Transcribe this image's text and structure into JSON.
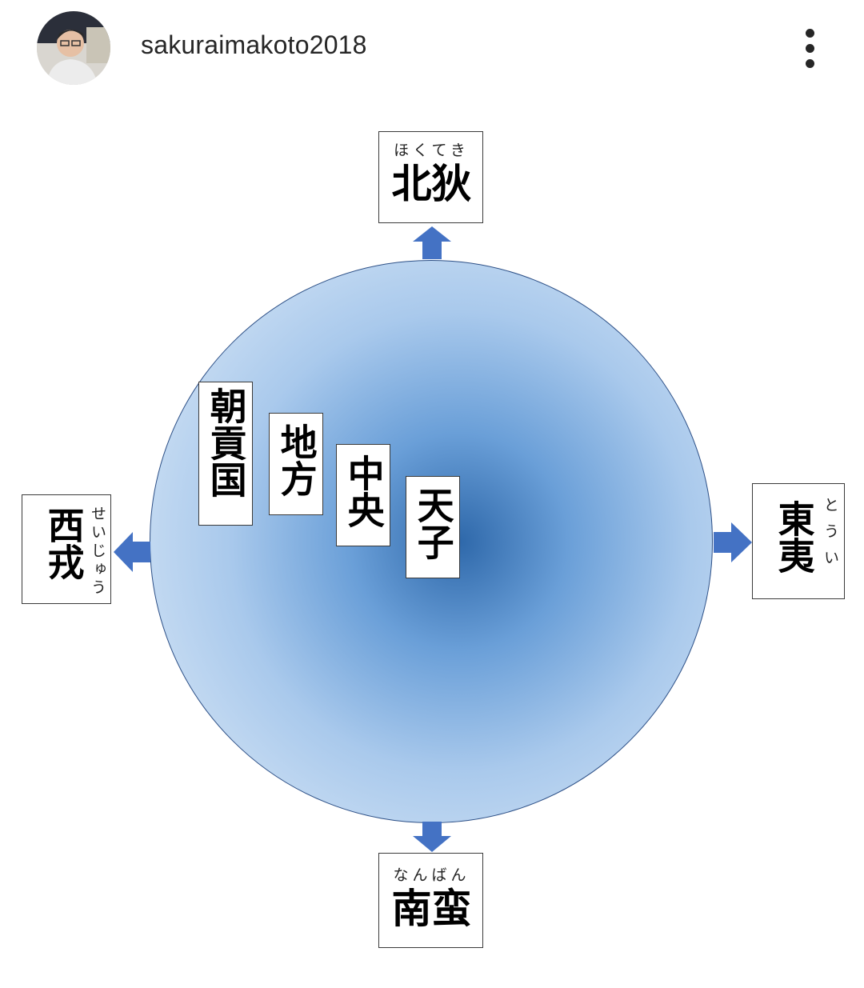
{
  "header": {
    "username": "sakuraimakoto2018"
  },
  "diagram": {
    "north": {
      "kanji": "北狄",
      "ruby": "ほくてき"
    },
    "south": {
      "kanji": "南蛮",
      "ruby": "なんばん"
    },
    "west": {
      "kanji": "西戎",
      "ruby": "せいじゅう"
    },
    "east": {
      "kanji": "東夷",
      "ruby": "とうい"
    },
    "inner": {
      "tenshi": "天子",
      "chuo": "中央",
      "chiho": "地方",
      "chokoku": "朝貢国"
    },
    "colors": {
      "arrow": "#4472c4",
      "center": "#2e68aa",
      "edge": "#e2edf8"
    }
  }
}
